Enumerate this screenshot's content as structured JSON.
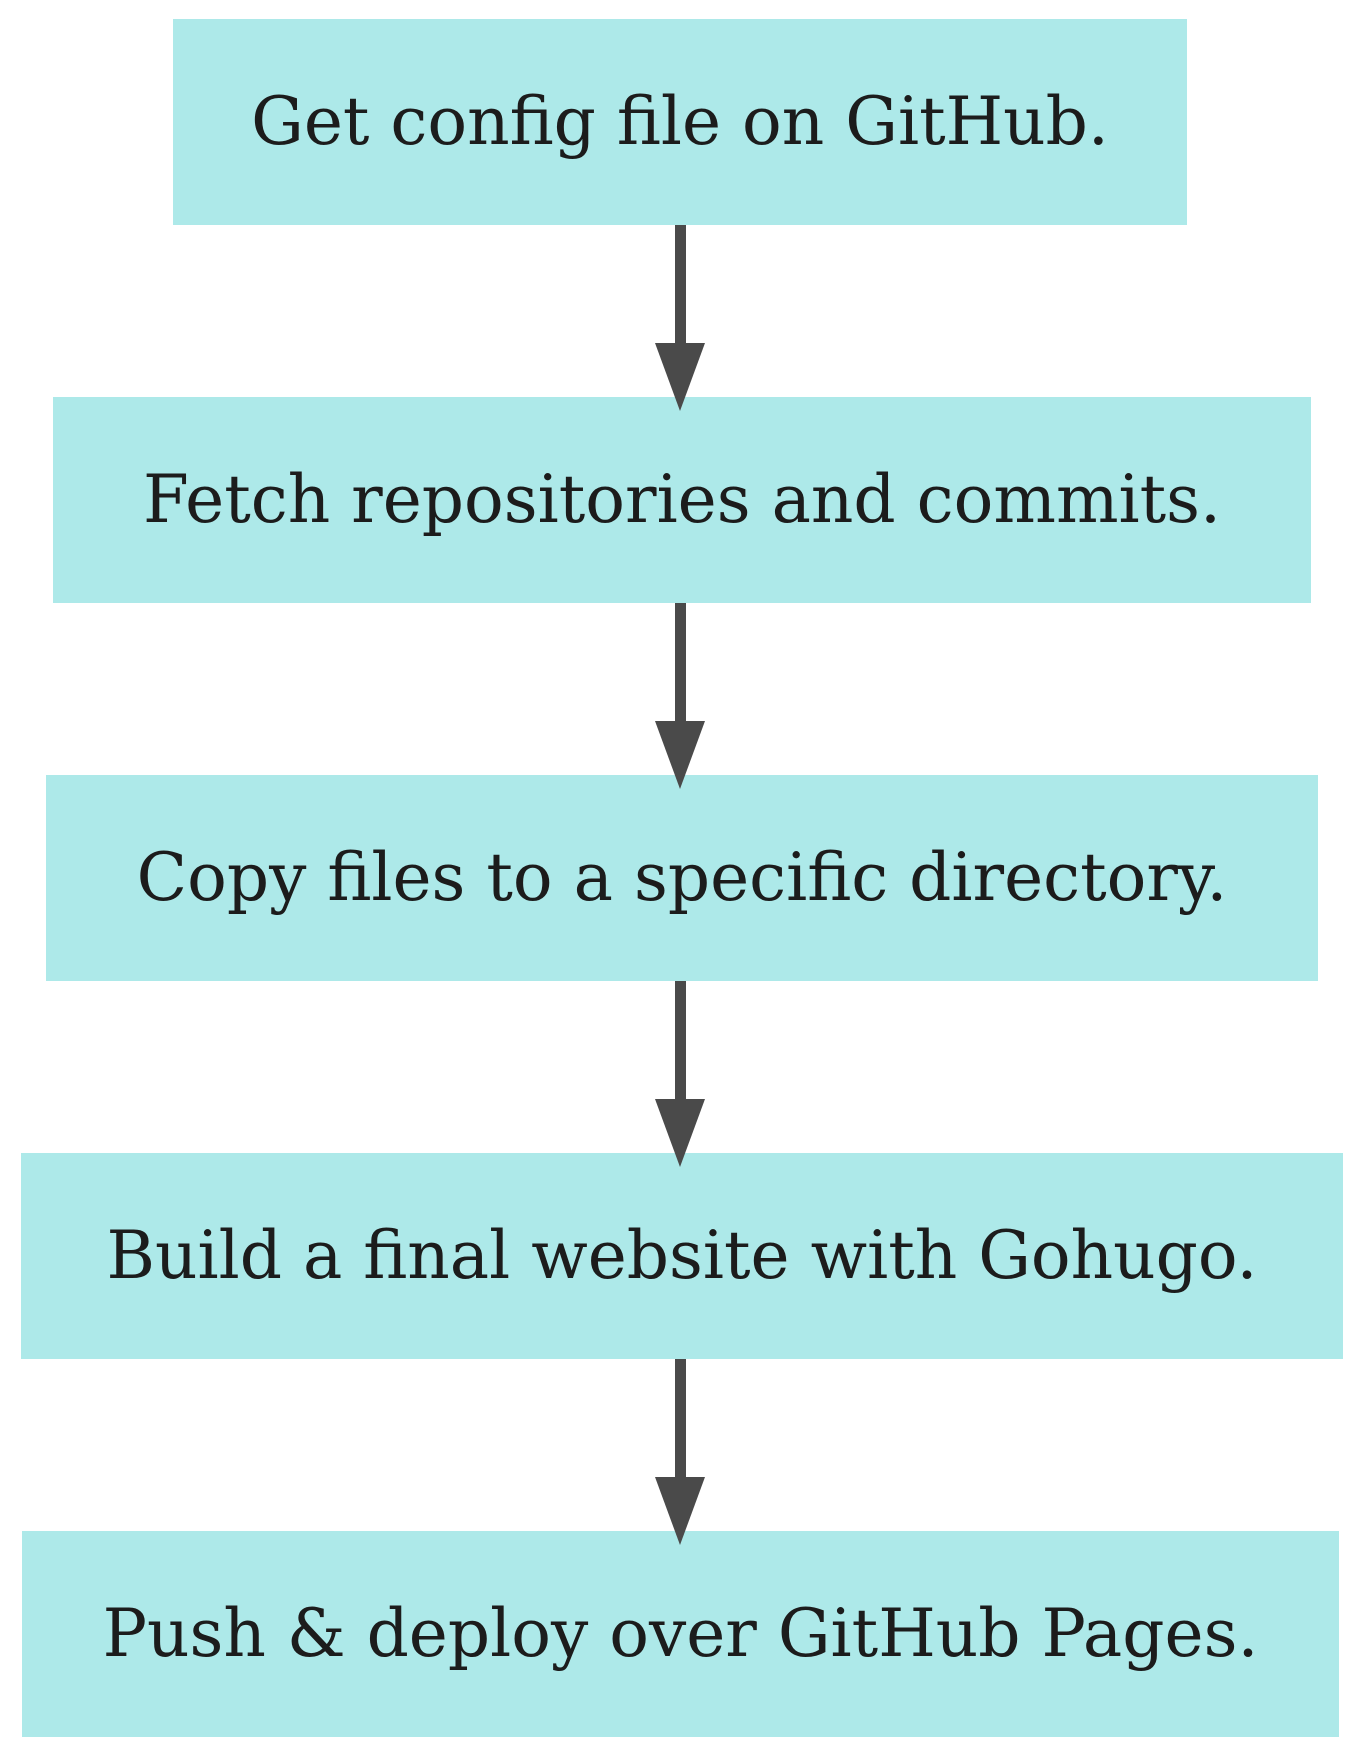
{
  "diagram": {
    "type": "flowchart",
    "direction": "top-to-bottom",
    "nodes": [
      {
        "id": "get-config",
        "label": "Get config file on GitHub."
      },
      {
        "id": "fetch-repos",
        "label": "Fetch repositories and commits."
      },
      {
        "id": "copy-files",
        "label": "Copy files to a specific directory."
      },
      {
        "id": "build-site",
        "label": "Build a final website with Gohugo."
      },
      {
        "id": "push-deploy",
        "label": "Push & deploy over GitHub Pages."
      }
    ],
    "edges": [
      {
        "from": "get-config",
        "to": "fetch-repos"
      },
      {
        "from": "fetch-repos",
        "to": "copy-files"
      },
      {
        "from": "copy-files",
        "to": "build-site"
      },
      {
        "from": "build-site",
        "to": "push-deploy"
      }
    ],
    "colors": {
      "node_fill": "#ade9e9",
      "node_text": "#1c1c1c",
      "arrow": "#4a4a4a",
      "background": "#ffffff"
    }
  }
}
